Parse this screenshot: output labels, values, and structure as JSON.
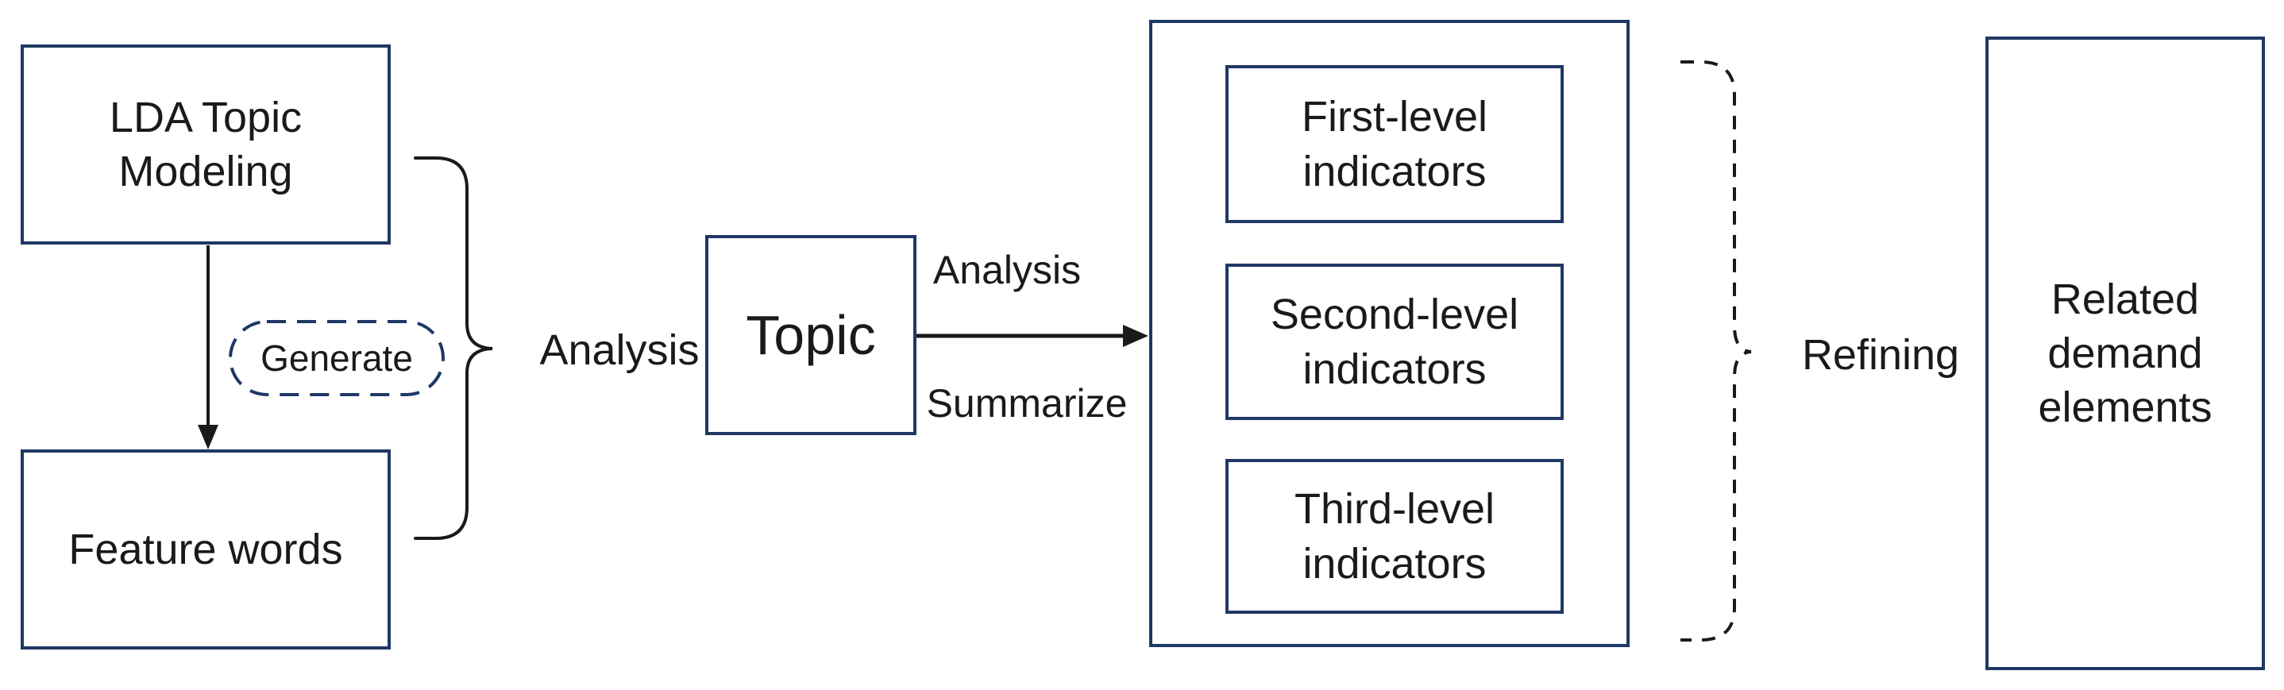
{
  "colors": {
    "box_border": "#1f3864",
    "text": "#1a1a1a",
    "line": "#1a1a1a",
    "background": "#ffffff"
  },
  "nodes": {
    "lda": {
      "label": "LDA Topic Modeling"
    },
    "feature": {
      "label": "Feature words"
    },
    "topic": {
      "label": "Topic"
    },
    "first": {
      "label": "First-level indicators"
    },
    "second": {
      "label": "Second-level indicators"
    },
    "third": {
      "label": "Third-level indicators"
    },
    "related": {
      "label": "Related demand elements"
    }
  },
  "labels": {
    "generate": "Generate",
    "analysis_left": "Analysis",
    "analysis_right": "Analysis",
    "summarize": "Summarize",
    "refining": "Refining"
  }
}
